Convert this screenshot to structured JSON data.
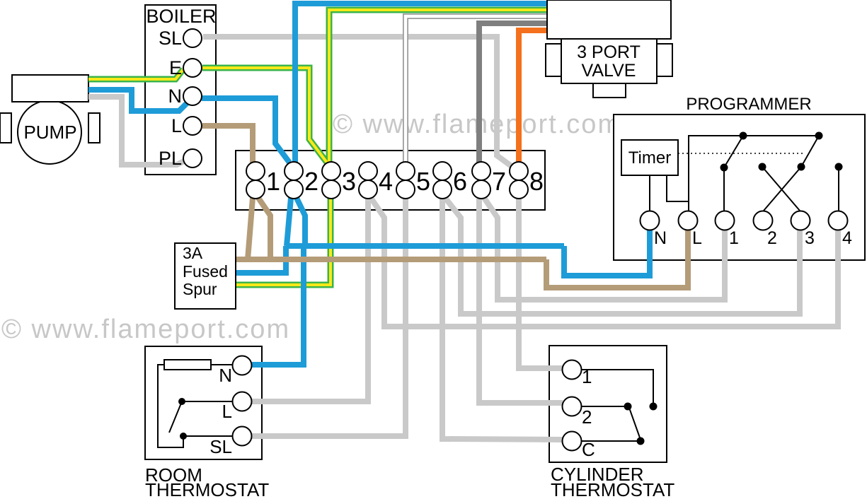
{
  "watermark": {
    "text": "© www.flameport.com"
  },
  "colors": {
    "blue": "#1e9cd8",
    "earth_green": "#3ab44a",
    "earth_yellow": "#ffe818",
    "tan": "#b49c78",
    "grey": "#c9c9c9",
    "dark_grey": "#7f7f7f",
    "orange": "#f4701d",
    "white_wire_outline": "#9a9a9a",
    "white_wire": "#ffffff"
  },
  "boiler": {
    "title": "BOILER",
    "terminals": [
      "SL",
      "E",
      "N",
      "L",
      "PL"
    ]
  },
  "pump": {
    "label": "PUMP"
  },
  "valve": {
    "line1": "3 PORT",
    "line2": "VALVE"
  },
  "junction_strip": {
    "terminals": [
      "1",
      "2",
      "3",
      "4",
      "5",
      "6",
      "7",
      "8"
    ]
  },
  "fused_spur": {
    "line1": "3A",
    "line2": "Fused",
    "line3": "Spur"
  },
  "programmer": {
    "title": "PROGRAMMER",
    "timer_label": "Timer",
    "terminals": [
      "N",
      "L",
      "1",
      "2",
      "3",
      "4"
    ]
  },
  "room_thermostat": {
    "title_line1": "ROOM",
    "title_line2": "THERMOSTAT",
    "terminals": [
      "N",
      "L",
      "SL"
    ]
  },
  "cylinder_thermostat": {
    "title_line1": "CYLINDER",
    "title_line2": "THERMOSTAT",
    "terminals": [
      "1",
      "2",
      "C"
    ]
  }
}
